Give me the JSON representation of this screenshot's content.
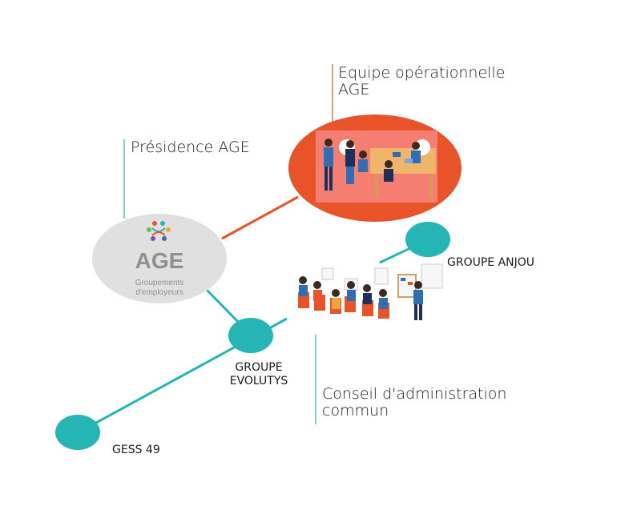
{
  "nodes": {
    "operational_team": {
      "title": "Equipe opérationnelle\nAGE"
    },
    "presidency": {
      "title": "Présidence AGE"
    },
    "logo": {
      "name": "AGE",
      "tagline_line1": "Groupements",
      "tagline_line2": "d'employeurs"
    },
    "groupe_anjou": {
      "label": "GROUPE ANJOU"
    },
    "groupe_evolutys": {
      "label": "GROUPE\nEVOLUTYS"
    },
    "board": {
      "title": "Conseil d'administration\ncommun"
    },
    "gess49": {
      "label": "GESS 49"
    }
  },
  "colors": {
    "teal": "#25b5b5",
    "orange": "#e8532a",
    "grey": "#e0e0e0",
    "logo_grey": "#8f8f8f"
  }
}
